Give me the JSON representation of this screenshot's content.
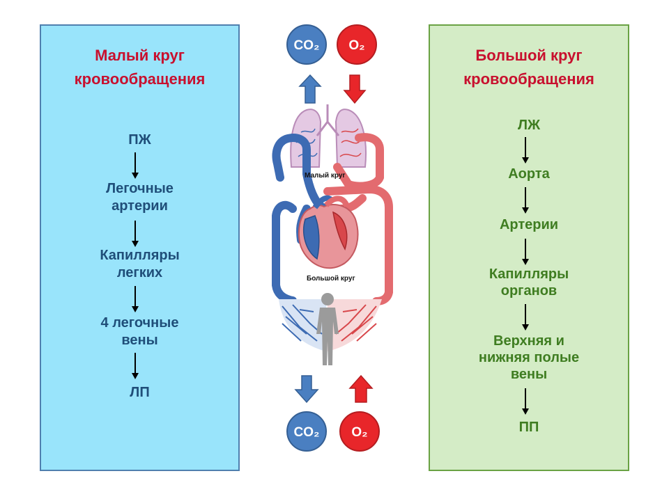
{
  "colors": {
    "left_panel_bg": "#99e4fb",
    "right_panel_bg": "#d4ecc6",
    "title_red": "#c8102e",
    "left_text": "#1f4e79",
    "right_text": "#3f7d21",
    "co2_blue": "#4a7fc1",
    "o2_red": "#e8262a"
  },
  "pulmonary": {
    "title_line1": "Малый круг",
    "title_line2": "кровообращения",
    "steps": [
      {
        "line1": "ПЖ",
        "line2": ""
      },
      {
        "line1": "Легочные",
        "line2": "артерии"
      },
      {
        "line1": "Капилляры",
        "line2": "легких"
      },
      {
        "line1": "4 легочные",
        "line2": "вены"
      },
      {
        "line1": "ЛП",
        "line2": ""
      }
    ]
  },
  "systemic": {
    "title_line1": "Большой круг",
    "title_line2": "кровообращения",
    "steps": [
      {
        "line1": "ЛЖ",
        "line2": "",
        "line3": ""
      },
      {
        "line1": "Аорта",
        "line2": "",
        "line3": ""
      },
      {
        "line1": "Артерии",
        "line2": "",
        "line3": ""
      },
      {
        "line1": "Капилляры",
        "line2": "органов",
        "line3": ""
      },
      {
        "line1": "Верхняя и",
        "line2": "нижняя полые",
        "line3": "вены"
      },
      {
        "line1": "ПП",
        "line2": "",
        "line3": ""
      }
    ]
  },
  "gases": {
    "co2": "CO₂",
    "o2": "O₂"
  },
  "diagram": {
    "small_circle_label": "Малый круг",
    "large_circle_label": "Большой круг"
  }
}
